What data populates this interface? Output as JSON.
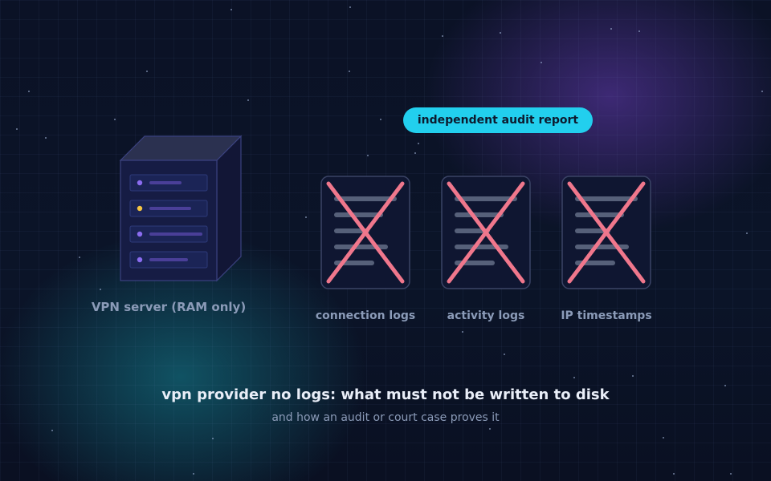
{
  "colors": {
    "accent": "#22cfee",
    "cross": "#f0778c",
    "led_purple": "#8b6cf0",
    "led_yellow": "#f5c542",
    "server_front": "#161c44",
    "label": "#8b9bb8"
  },
  "server": {
    "label": "VPN server (RAM only)",
    "icon": "server-rack-icon",
    "slots": [
      {
        "led": "purple"
      },
      {
        "led": "yellow"
      },
      {
        "led": "purple"
      },
      {
        "led": "purple"
      }
    ]
  },
  "audit": {
    "label": "independent audit report"
  },
  "documents": [
    {
      "label": "connection logs",
      "icon": "crossed-out-document-icon"
    },
    {
      "label": "activity logs",
      "icon": "crossed-out-document-icon"
    },
    {
      "label": "IP timestamps",
      "icon": "crossed-out-document-icon"
    }
  ],
  "footer": {
    "title": "vpn provider no logs: what must not be written to disk",
    "subtitle": "and how an audit or court case proves it"
  }
}
